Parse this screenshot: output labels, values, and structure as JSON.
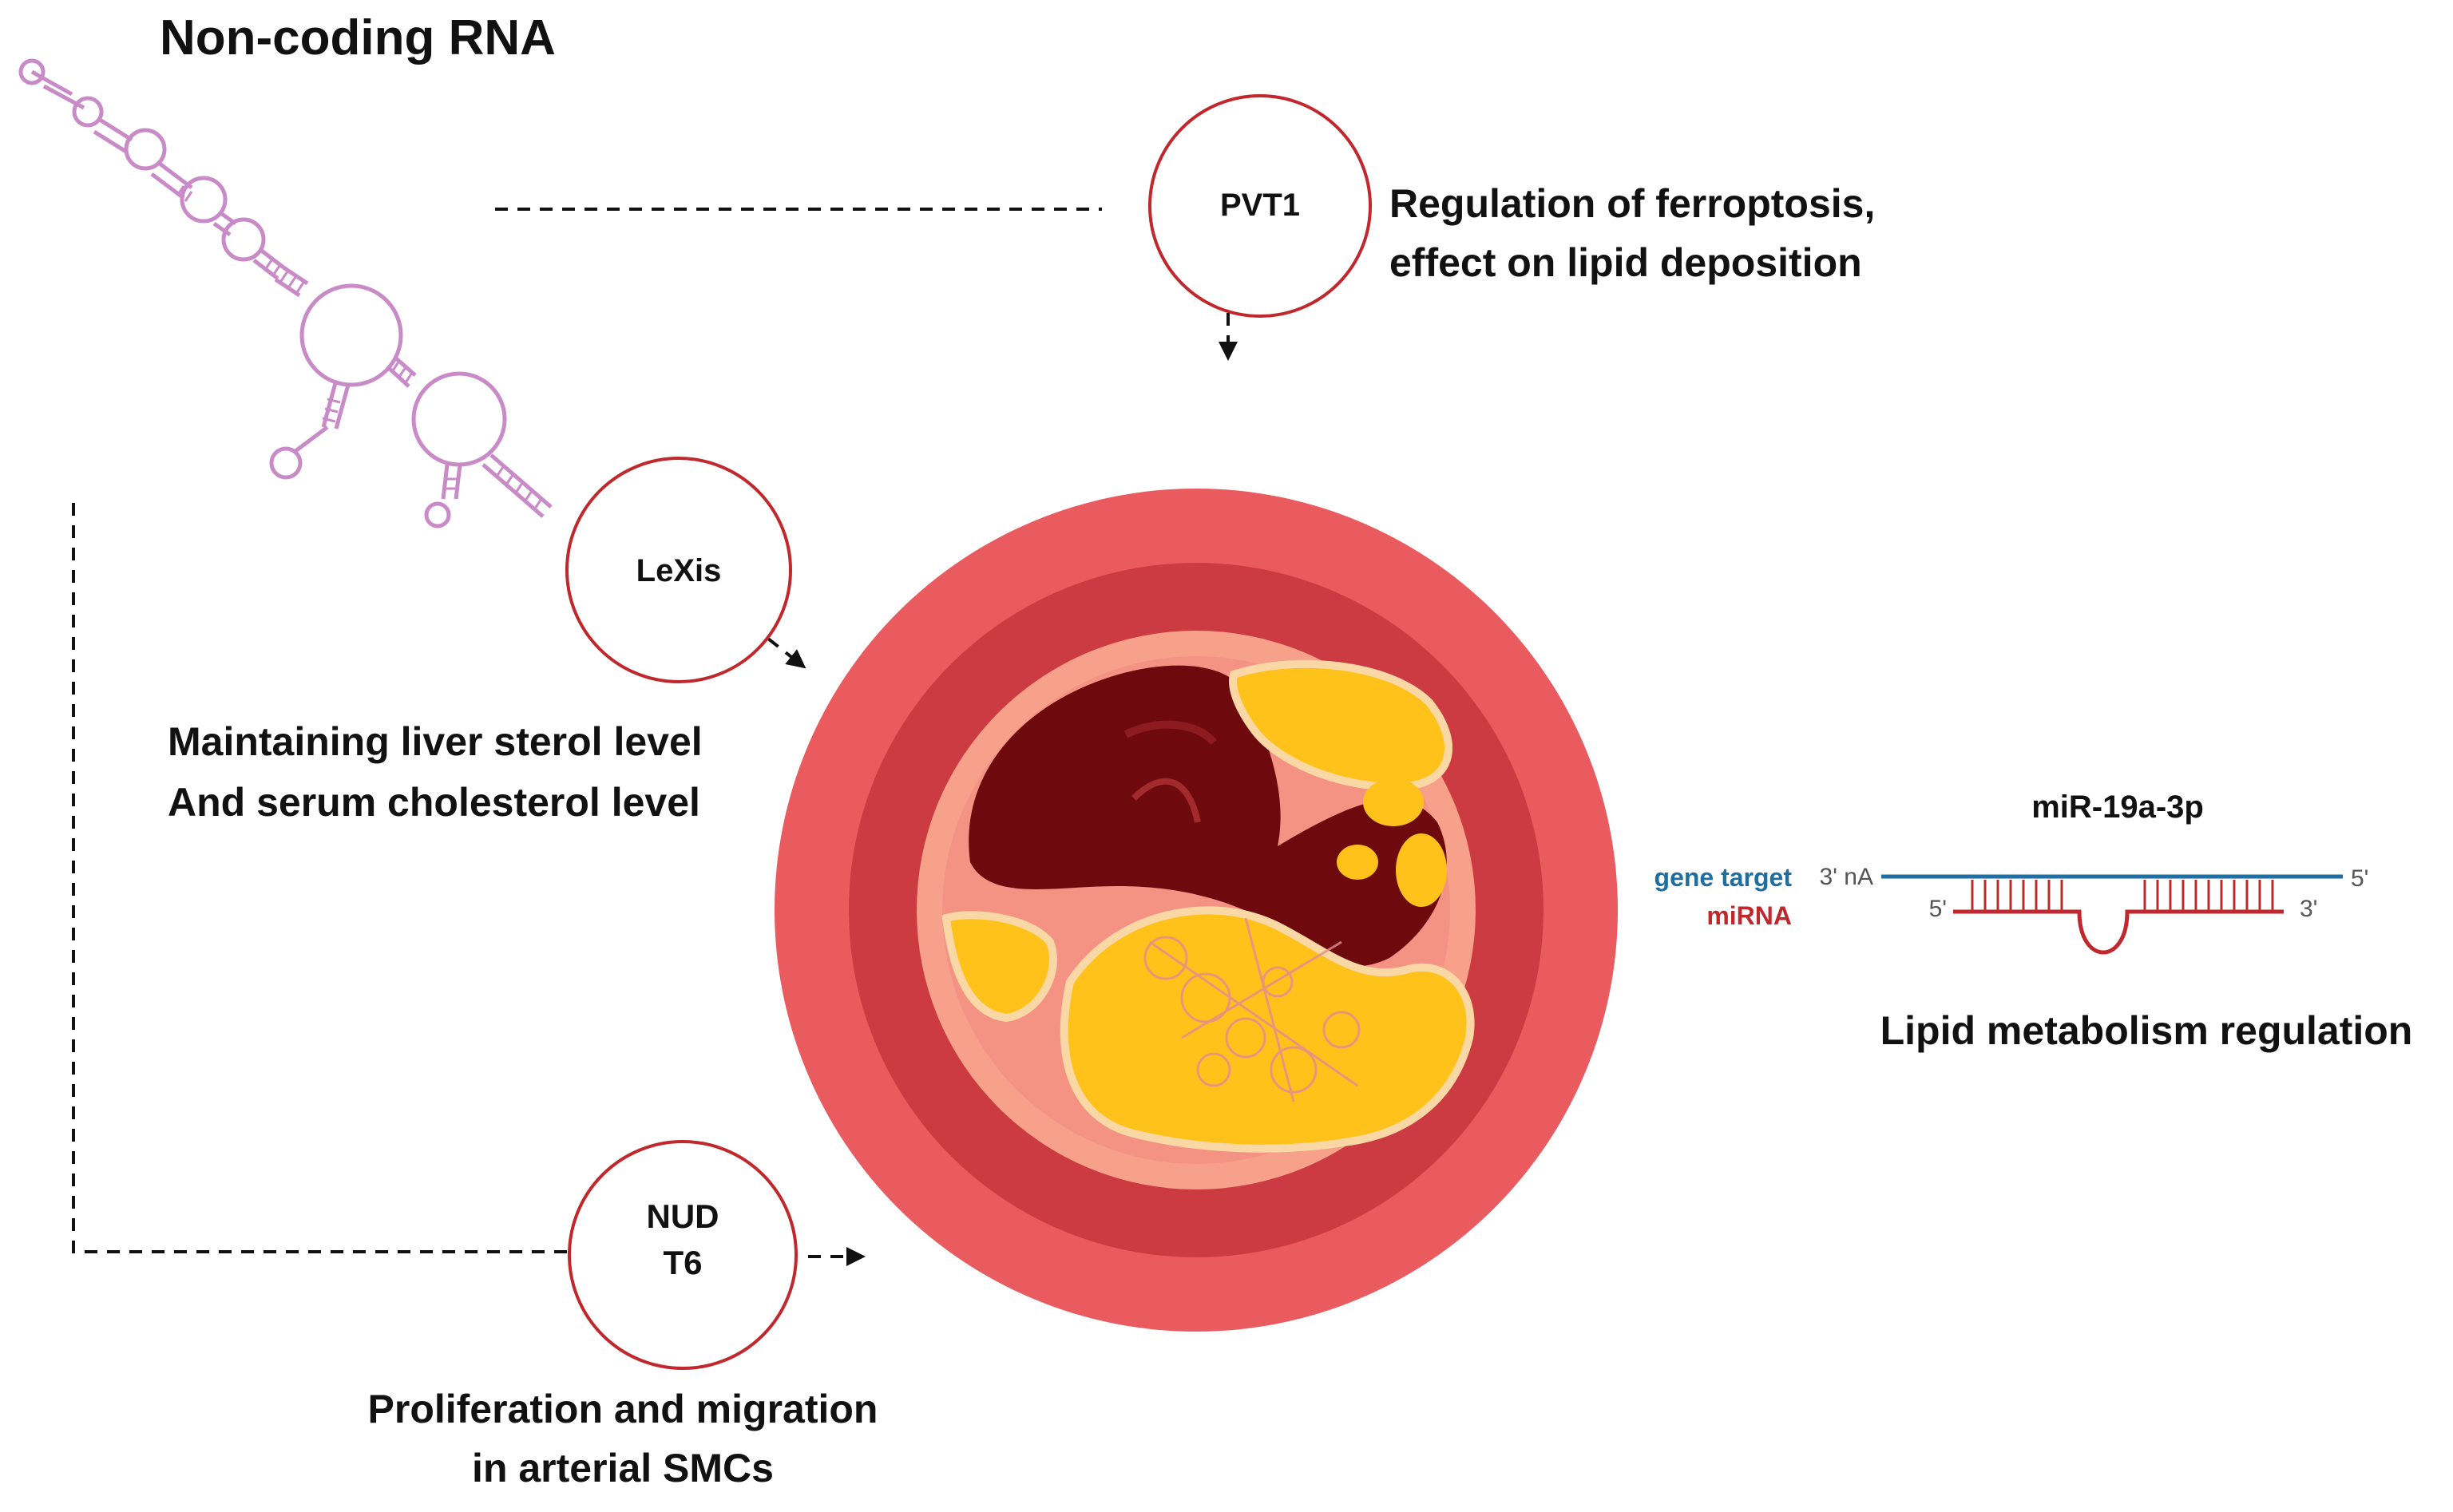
{
  "title": "Non-coding RNA",
  "nodes": {
    "pvt1": {
      "label": "PVT1",
      "description_lines": [
        "Regulation of ferroptosis,",
        "effect on lipid deposition"
      ]
    },
    "lexis": {
      "label": "LeXis",
      "description_lines": [
        "Maintaining liver sterol level",
        "And serum cholesterol level"
      ]
    },
    "nudt6": {
      "label_lines": [
        "NUD",
        "T6"
      ],
      "description_lines": [
        "Proliferation and migration",
        "in arterial SMCs"
      ]
    }
  },
  "mirna": {
    "name": "miR-19a-3p",
    "gene_target_label": "gene target",
    "mirna_label": "miRNA",
    "target_end_left": "3' nA",
    "target_end_right": "5'",
    "mirna_end_left": "5'",
    "mirna_end_right": "3'",
    "description": "Lipid metabolism regulation"
  },
  "colors": {
    "node_border": "#c0282d",
    "rna_structure": "#c98ac8",
    "gene_target_line": "#1f6ea0",
    "mirna_line": "#c0282d",
    "artery_outer": "#ea5b5f",
    "artery_media": "#cc3b42",
    "artery_intima": "#f7a08a",
    "thrombus": "#6e0a0e",
    "lipid_core": "#ffc21a"
  }
}
